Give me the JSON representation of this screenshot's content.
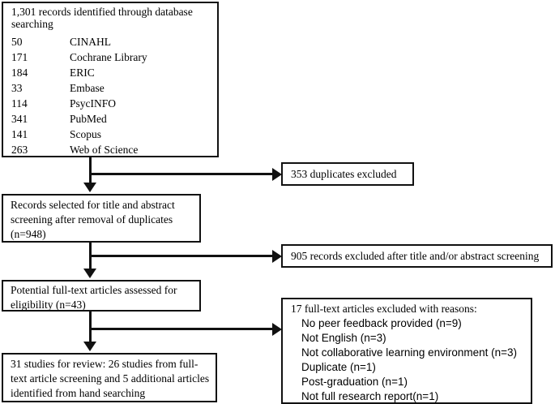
{
  "diagram": {
    "type": "prisma-flow-diagram",
    "identification": {
      "title": "1,301 records identified through database searching",
      "total_records": "1,301",
      "databases": [
        {
          "count": "50",
          "name": "CINAHL"
        },
        {
          "count": "171",
          "name": "Cochrane Library"
        },
        {
          "count": "184",
          "name": "ERIC"
        },
        {
          "count": "33",
          "name": "Embase"
        },
        {
          "count": "114",
          "name": "PsycINFO"
        },
        {
          "count": "341",
          "name": "PubMed"
        },
        {
          "count": "141",
          "name": "Scopus"
        },
        {
          "count": "263",
          "name": "Web of Science"
        }
      ]
    },
    "screening": {
      "text": "Records selected for title and abstract screening after removal of duplicates (n=948)"
    },
    "eligibility": {
      "text": "Potential full-text articles assessed for eligibility (n=43)"
    },
    "included": {
      "text": "31 studies for review: 26 studies from full-text article screening and 5 additional articles identified from hand searching"
    },
    "duplicates_excluded": {
      "text": "353 duplicates excluded"
    },
    "screening_excluded": {
      "text": "905 records excluded after title and/or abstract screening"
    },
    "fulltext_excluded": {
      "heading": "17 full-text articles excluded with reasons:",
      "reasons": [
        "No peer feedback provided (n=9)",
        "Not English (n=3)",
        "Not collaborative learning environment (n=3)",
        "Duplicate (n=1)",
        "Post-graduation (n=1)",
        "Not full research report(n=1)"
      ]
    },
    "colors": {
      "line": "#111111",
      "border": "#111111",
      "background": "#ffffff",
      "text": "#000000"
    }
  }
}
